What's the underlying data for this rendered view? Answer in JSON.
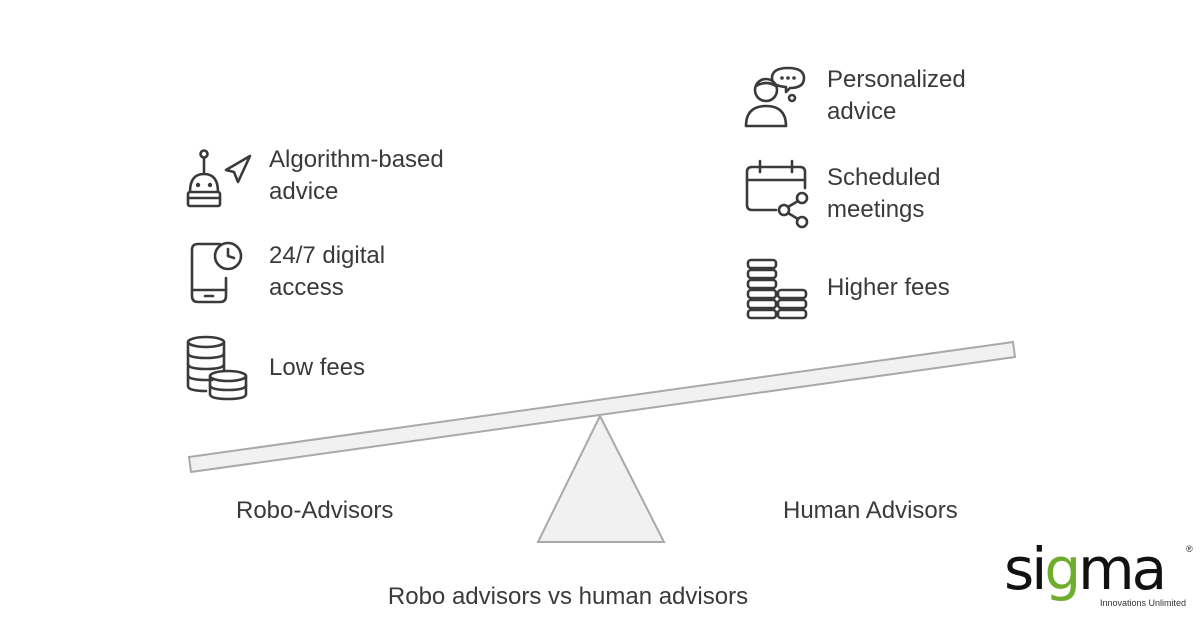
{
  "robo": {
    "heading": "Robo-Advisors",
    "items": [
      {
        "label": "Algorithm-based\nadvice",
        "icon": "robot-navigation-icon"
      },
      {
        "label": "24/7 digital\naccess",
        "icon": "phone-clock-icon"
      },
      {
        "label": "Low fees",
        "icon": "coin-stack-icon"
      }
    ]
  },
  "human": {
    "heading": "Human Advisors",
    "items": [
      {
        "label": "Personalized\nadvice",
        "icon": "person-speech-icon"
      },
      {
        "label": "Scheduled\nmeetings",
        "icon": "calendar-share-icon"
      },
      {
        "label": "Higher fees",
        "icon": "tall-coin-stack-icon"
      }
    ]
  },
  "caption": "Robo advisors vs human advisors",
  "logo": {
    "word_start": "si",
    "word_accent": "g",
    "word_end": "ma",
    "registered": "®",
    "tagline": "Innovations Unlimited"
  },
  "colors": {
    "text": "#3a3a3a",
    "beam_fill": "#f1f1f1",
    "beam_stroke": "#a9a9a9",
    "logo_accent": "#6fae2d"
  }
}
